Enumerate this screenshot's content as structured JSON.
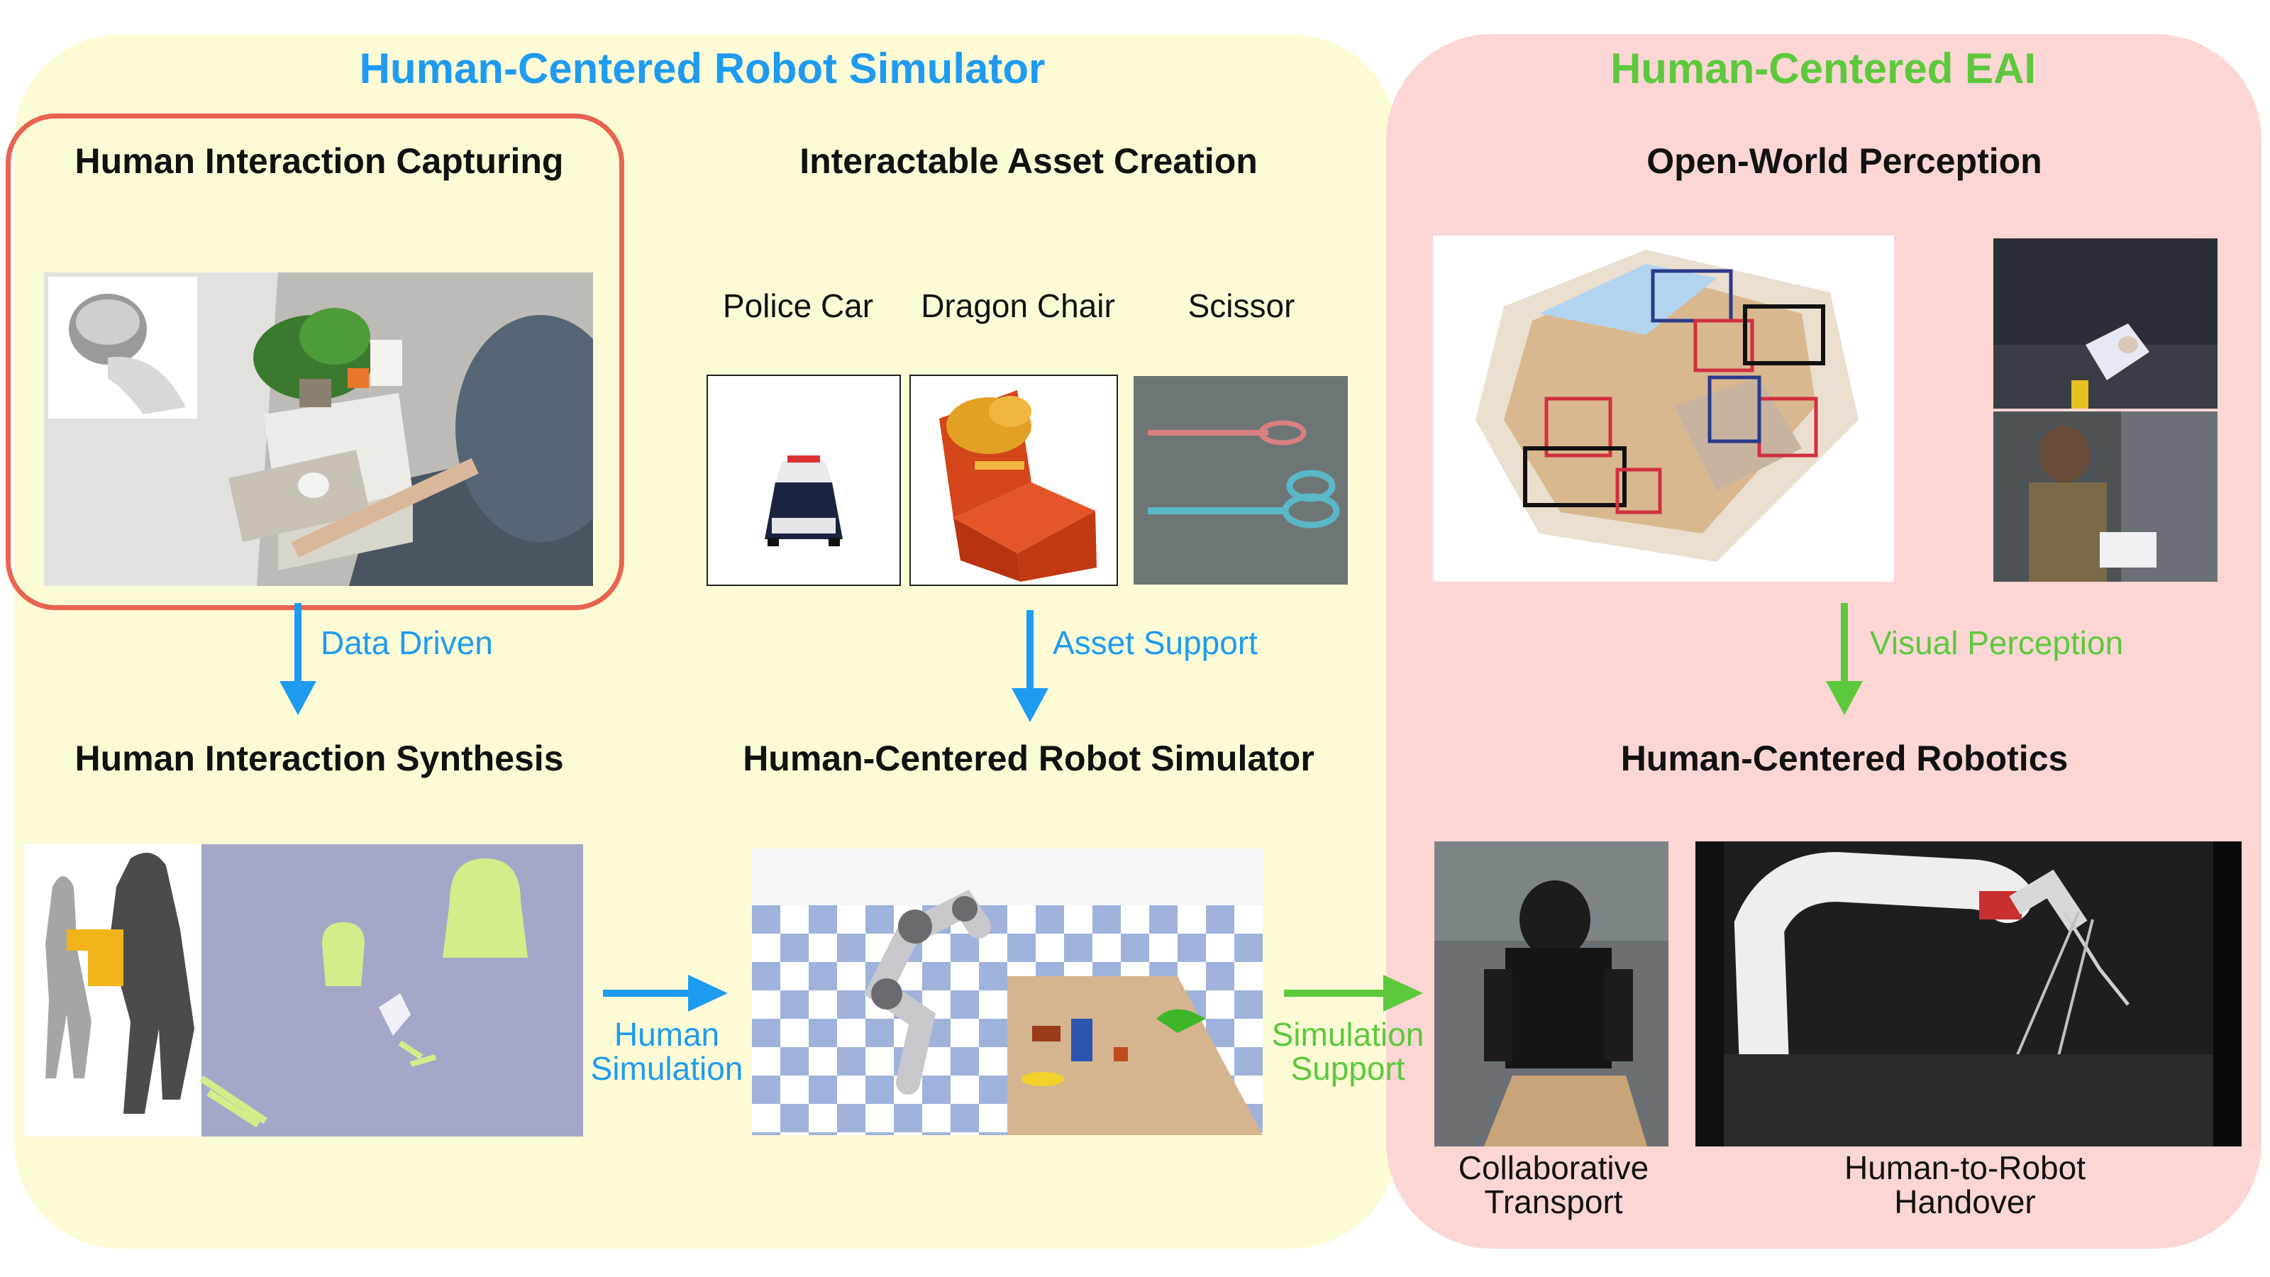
{
  "left_panel": {
    "title": "Human-Centered Robot Simulator",
    "capture": {
      "title": "Human Interaction Capturing"
    },
    "assets": {
      "title": "Interactable Asset Creation",
      "items": [
        "Police Car",
        "Dragon Chair",
        "Scissor"
      ]
    },
    "arrow_data_driven": "Data Driven",
    "arrow_asset_support": "Asset Support",
    "synthesis": {
      "title": "Human Interaction Synthesis"
    },
    "simulator": {
      "title": "Human-Centered Robot Simulator"
    },
    "arrow_human_sim": {
      "line1": "Human",
      "line2": "Simulation"
    }
  },
  "arrow_sim_support": {
    "line1": "Simulation",
    "line2": "Support"
  },
  "right_panel": {
    "title": "Human-Centered EAI",
    "perception": {
      "title": "Open-World Perception"
    },
    "arrow_visual_perception": "Visual Perception",
    "robotics": {
      "title": "Human-Centered Robotics",
      "transport": {
        "line1": "Collaborative",
        "line2": "Transport"
      },
      "handover": {
        "line1": "Human-to-Robot",
        "line2": "Handover"
      }
    }
  },
  "colors": {
    "left_panel_bg": "#fdfbd6",
    "right_panel_bg": "#fbd6d4",
    "blue_accent": "#1e9bf0",
    "green_accent": "#5cc83c",
    "highlight_border": "#e86450"
  }
}
